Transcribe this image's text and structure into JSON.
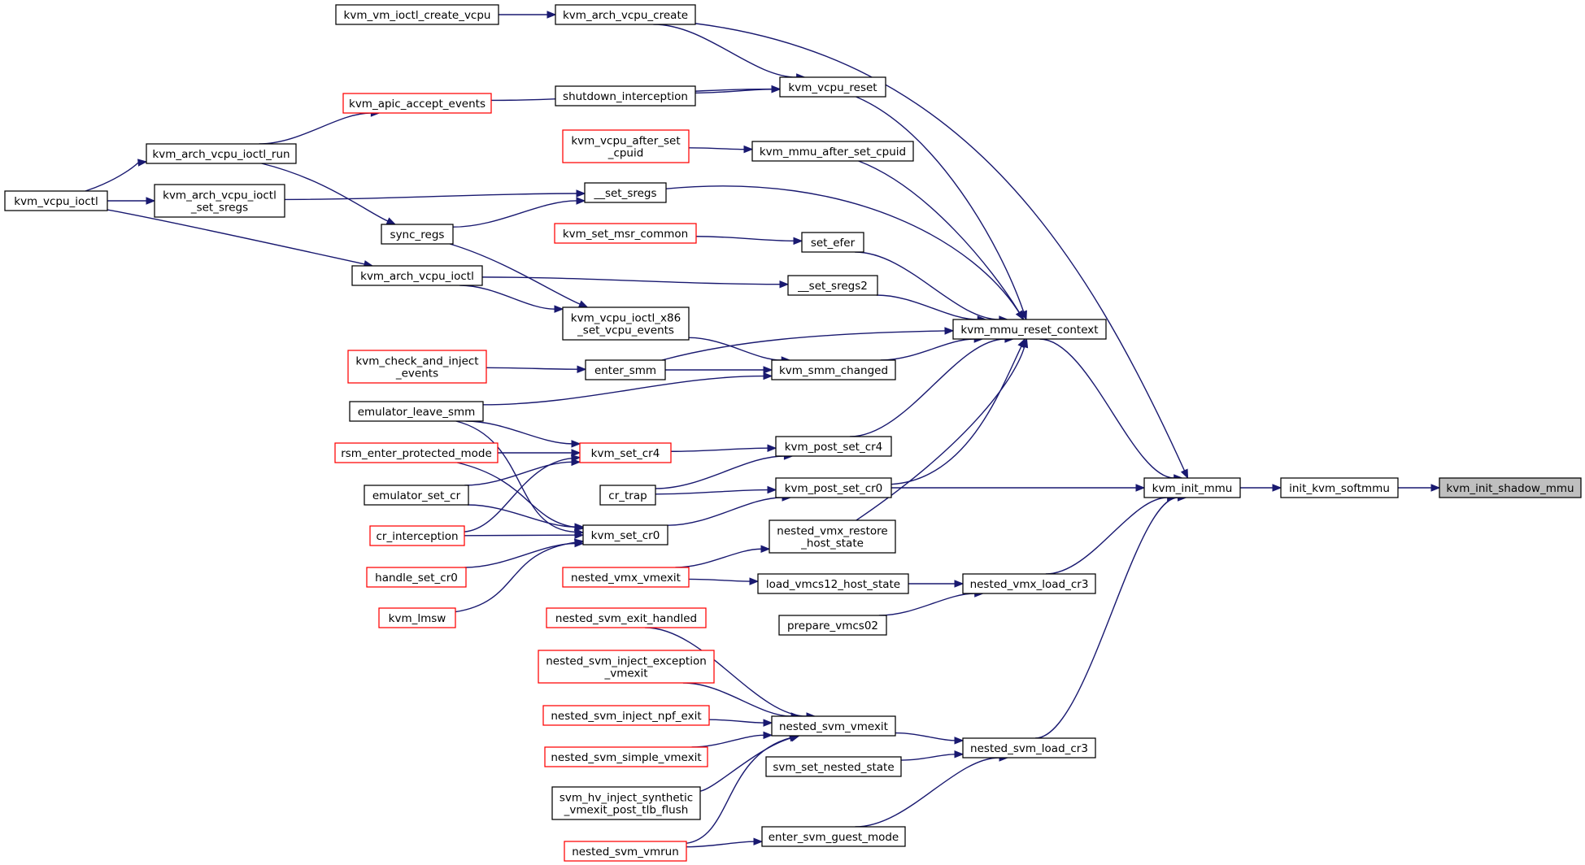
{
  "diagram": {
    "type": "caller-graph",
    "colors": {
      "edge": "#191970",
      "node_border_default": "#000000",
      "node_border_truncated": "#ff0000",
      "root_fill": "#bfbfbf",
      "background": "#ffffff"
    },
    "nodes": {
      "kvm_init_shadow_mmu": {
        "lines": [
          "kvm_init_shadow_mmu"
        ],
        "style": "root"
      },
      "init_kvm_softmmu": {
        "lines": [
          "init_kvm_softmmu"
        ],
        "style": "black"
      },
      "kvm_init_mmu": {
        "lines": [
          "kvm_init_mmu"
        ],
        "style": "black"
      },
      "kvm_arch_vcpu_create": {
        "lines": [
          "kvm_arch_vcpu_create"
        ],
        "style": "black"
      },
      "kvm_vm_ioctl_create_vcpu": {
        "lines": [
          "kvm_vm_ioctl_create_vcpu"
        ],
        "style": "black"
      },
      "kvm_mmu_reset_context": {
        "lines": [
          "kvm_mmu_reset_context"
        ],
        "style": "black"
      },
      "kvm_vcpu_reset": {
        "lines": [
          "kvm_vcpu_reset"
        ],
        "style": "black"
      },
      "shutdown_interception": {
        "lines": [
          "shutdown_interception"
        ],
        "style": "black"
      },
      "kvm_apic_accept_events": {
        "lines": [
          "kvm_apic_accept_events"
        ],
        "style": "red"
      },
      "kvm_arch_vcpu_ioctl_run": {
        "lines": [
          "kvm_arch_vcpu_ioctl_run"
        ],
        "style": "black"
      },
      "kvm_vcpu_ioctl": {
        "lines": [
          "kvm_vcpu_ioctl"
        ],
        "style": "black"
      },
      "kvm_arch_vcpu_ioctl_set_sregs": {
        "lines": [
          "kvm_arch_vcpu_ioctl",
          "_set_sregs"
        ],
        "style": "black"
      },
      "sync_regs": {
        "lines": [
          "sync_regs"
        ],
        "style": "black"
      },
      "kvm_mmu_after_set_cpuid": {
        "lines": [
          "kvm_mmu_after_set_cpuid"
        ],
        "style": "black"
      },
      "kvm_vcpu_after_set_cpuid": {
        "lines": [
          "kvm_vcpu_after_set",
          "_cpuid"
        ],
        "style": "red"
      },
      "set_sregs": {
        "lines": [
          "__set_sregs"
        ],
        "style": "black"
      },
      "set_efer": {
        "lines": [
          "set_efer"
        ],
        "style": "black"
      },
      "kvm_set_msr_common": {
        "lines": [
          "kvm_set_msr_common"
        ],
        "style": "red"
      },
      "set_sregs2": {
        "lines": [
          "__set_sregs2"
        ],
        "style": "black"
      },
      "kvm_arch_vcpu_ioctl": {
        "lines": [
          "kvm_arch_vcpu_ioctl"
        ],
        "style": "black"
      },
      "kvm_vcpu_ioctl_x86_set_vcpu_events": {
        "lines": [
          "kvm_vcpu_ioctl_x86",
          "_set_vcpu_events"
        ],
        "style": "black"
      },
      "kvm_smm_changed": {
        "lines": [
          "kvm_smm_changed"
        ],
        "style": "black"
      },
      "enter_smm": {
        "lines": [
          "enter_smm"
        ],
        "style": "black"
      },
      "kvm_check_and_inject_events": {
        "lines": [
          "kvm_check_and_inject",
          "_events"
        ],
        "style": "red"
      },
      "emulator_leave_smm": {
        "lines": [
          "emulator_leave_smm"
        ],
        "style": "black"
      },
      "kvm_post_set_cr4": {
        "lines": [
          "kvm_post_set_cr4"
        ],
        "style": "black"
      },
      "kvm_set_cr4": {
        "lines": [
          "kvm_set_cr4"
        ],
        "style": "red"
      },
      "rsm_enter_protected_mode": {
        "lines": [
          "rsm_enter_protected_mode"
        ],
        "style": "red"
      },
      "kvm_post_set_cr0": {
        "lines": [
          "kvm_post_set_cr0"
        ],
        "style": "black"
      },
      "cr_trap": {
        "lines": [
          "cr_trap"
        ],
        "style": "black"
      },
      "emulator_set_cr": {
        "lines": [
          "emulator_set_cr"
        ],
        "style": "black"
      },
      "kvm_set_cr0": {
        "lines": [
          "kvm_set_cr0"
        ],
        "style": "black"
      },
      "cr_interception": {
        "lines": [
          "cr_interception"
        ],
        "style": "red"
      },
      "handle_set_cr0": {
        "lines": [
          "handle_set_cr0"
        ],
        "style": "red"
      },
      "kvm_lmsw": {
        "lines": [
          "kvm_lmsw"
        ],
        "style": "red"
      },
      "nested_vmx_restore_host_state": {
        "lines": [
          "nested_vmx_restore",
          "_host_state"
        ],
        "style": "black"
      },
      "nested_vmx_vmexit": {
        "lines": [
          "nested_vmx_vmexit"
        ],
        "style": "red"
      },
      "load_vmcs12_host_state": {
        "lines": [
          "load_vmcs12_host_state"
        ],
        "style": "black"
      },
      "nested_vmx_load_cr3": {
        "lines": [
          "nested_vmx_load_cr3"
        ],
        "style": "black"
      },
      "prepare_vmcs02": {
        "lines": [
          "prepare_vmcs02"
        ],
        "style": "black"
      },
      "nested_svm_exit_handled": {
        "lines": [
          "nested_svm_exit_handled"
        ],
        "style": "red"
      },
      "nested_svm_inject_exception_vmexit": {
        "lines": [
          "nested_svm_inject_exception",
          "_vmexit"
        ],
        "style": "red"
      },
      "nested_svm_inject_npf_exit": {
        "lines": [
          "nested_svm_inject_npf_exit"
        ],
        "style": "red"
      },
      "nested_svm_simple_vmexit": {
        "lines": [
          "nested_svm_simple_vmexit"
        ],
        "style": "red"
      },
      "svm_hv_inject_synthetic_vmexit_post_tlb_flush": {
        "lines": [
          "svm_hv_inject_synthetic",
          "_vmexit_post_tlb_flush"
        ],
        "style": "black"
      },
      "nested_svm_vmrun": {
        "lines": [
          "nested_svm_vmrun"
        ],
        "style": "red"
      },
      "nested_svm_vmexit": {
        "lines": [
          "nested_svm_vmexit"
        ],
        "style": "black"
      },
      "nested_svm_load_cr3": {
        "lines": [
          "nested_svm_load_cr3"
        ],
        "style": "black"
      },
      "svm_set_nested_state": {
        "lines": [
          "svm_set_nested_state"
        ],
        "style": "black"
      },
      "enter_svm_guest_mode": {
        "lines": [
          "enter_svm_guest_mode"
        ],
        "style": "black"
      }
    },
    "edges": [
      [
        "init_kvm_softmmu",
        "kvm_init_shadow_mmu"
      ],
      [
        "kvm_init_mmu",
        "init_kvm_softmmu"
      ],
      [
        "kvm_arch_vcpu_create",
        "kvm_init_mmu"
      ],
      [
        "kvm_vm_ioctl_create_vcpu",
        "kvm_arch_vcpu_create"
      ],
      [
        "kvm_mmu_reset_context",
        "kvm_init_mmu"
      ],
      [
        "kvm_post_set_cr0",
        "kvm_init_mmu"
      ],
      [
        "nested_vmx_load_cr3",
        "kvm_init_mmu"
      ],
      [
        "nested_svm_load_cr3",
        "kvm_init_mmu"
      ],
      [
        "kvm_arch_vcpu_create",
        "kvm_vcpu_reset"
      ],
      [
        "kvm_vcpu_reset",
        "kvm_mmu_reset_context"
      ],
      [
        "shutdown_interception",
        "kvm_vcpu_reset"
      ],
      [
        "kvm_apic_accept_events",
        "kvm_vcpu_reset"
      ],
      [
        "kvm_arch_vcpu_ioctl_run",
        "kvm_apic_accept_events"
      ],
      [
        "kvm_vcpu_ioctl",
        "kvm_arch_vcpu_ioctl_run"
      ],
      [
        "kvm_arch_vcpu_ioctl_run",
        "sync_regs"
      ],
      [
        "kvm_vcpu_ioctl",
        "kvm_arch_vcpu_ioctl_set_sregs"
      ],
      [
        "kvm_vcpu_ioctl",
        "kvm_arch_vcpu_ioctl"
      ],
      [
        "kvm_vcpu_after_set_cpuid",
        "kvm_mmu_after_set_cpuid"
      ],
      [
        "kvm_mmu_after_set_cpuid",
        "kvm_mmu_reset_context"
      ],
      [
        "set_sregs",
        "kvm_mmu_reset_context"
      ],
      [
        "kvm_arch_vcpu_ioctl_set_sregs",
        "set_sregs"
      ],
      [
        "sync_regs",
        "set_sregs"
      ],
      [
        "set_efer",
        "kvm_mmu_reset_context"
      ],
      [
        "kvm_set_msr_common",
        "set_efer"
      ],
      [
        "set_sregs2",
        "kvm_mmu_reset_context"
      ],
      [
        "kvm_arch_vcpu_ioctl",
        "set_sregs2"
      ],
      [
        "sync_regs",
        "kvm_vcpu_ioctl_x86_set_vcpu_events"
      ],
      [
        "kvm_arch_vcpu_ioctl",
        "kvm_vcpu_ioctl_x86_set_vcpu_events"
      ],
      [
        "kvm_vcpu_ioctl_x86_set_vcpu_events",
        "kvm_smm_changed"
      ],
      [
        "enter_smm",
        "kvm_mmu_reset_context"
      ],
      [
        "enter_smm",
        "kvm_smm_changed"
      ],
      [
        "kvm_check_and_inject_events",
        "enter_smm"
      ],
      [
        "kvm_smm_changed",
        "kvm_mmu_reset_context"
      ],
      [
        "emulator_leave_smm",
        "kvm_smm_changed"
      ],
      [
        "kvm_post_set_cr4",
        "kvm_mmu_reset_context"
      ],
      [
        "kvm_post_set_cr0",
        "kvm_mmu_reset_context"
      ],
      [
        "nested_vmx_restore_host_state",
        "kvm_mmu_reset_context"
      ],
      [
        "kvm_set_cr4",
        "kvm_post_set_cr4"
      ],
      [
        "emulator_leave_smm",
        "kvm_set_cr4"
      ],
      [
        "rsm_enter_protected_mode",
        "kvm_set_cr4"
      ],
      [
        "emulator_set_cr",
        "kvm_set_cr4"
      ],
      [
        "cr_interception",
        "kvm_set_cr4"
      ],
      [
        "cr_trap",
        "kvm_post_set_cr4"
      ],
      [
        "cr_trap",
        "kvm_post_set_cr0"
      ],
      [
        "kvm_set_cr0",
        "kvm_post_set_cr0"
      ],
      [
        "emulator_leave_smm",
        "kvm_set_cr0"
      ],
      [
        "rsm_enter_protected_mode",
        "kvm_set_cr0"
      ],
      [
        "emulator_set_cr",
        "kvm_set_cr0"
      ],
      [
        "cr_interception",
        "kvm_set_cr0"
      ],
      [
        "handle_set_cr0",
        "kvm_set_cr0"
      ],
      [
        "kvm_lmsw",
        "kvm_set_cr0"
      ],
      [
        "nested_vmx_vmexit",
        "nested_vmx_restore_host_state"
      ],
      [
        "nested_vmx_vmexit",
        "load_vmcs12_host_state"
      ],
      [
        "load_vmcs12_host_state",
        "nested_vmx_load_cr3"
      ],
      [
        "prepare_vmcs02",
        "nested_vmx_load_cr3"
      ],
      [
        "nested_svm_exit_handled",
        "nested_svm_vmexit"
      ],
      [
        "nested_svm_inject_exception_vmexit",
        "nested_svm_vmexit"
      ],
      [
        "nested_svm_inject_npf_exit",
        "nested_svm_vmexit"
      ],
      [
        "nested_svm_simple_vmexit",
        "nested_svm_vmexit"
      ],
      [
        "svm_hv_inject_synthetic_vmexit_post_tlb_flush",
        "nested_svm_vmexit"
      ],
      [
        "nested_svm_vmrun",
        "nested_svm_vmexit"
      ],
      [
        "nested_svm_vmexit",
        "nested_svm_load_cr3"
      ],
      [
        "svm_set_nested_state",
        "nested_svm_load_cr3"
      ],
      [
        "enter_svm_guest_mode",
        "nested_svm_load_cr3"
      ],
      [
        "nested_svm_vmrun",
        "enter_svm_guest_mode"
      ]
    ]
  }
}
